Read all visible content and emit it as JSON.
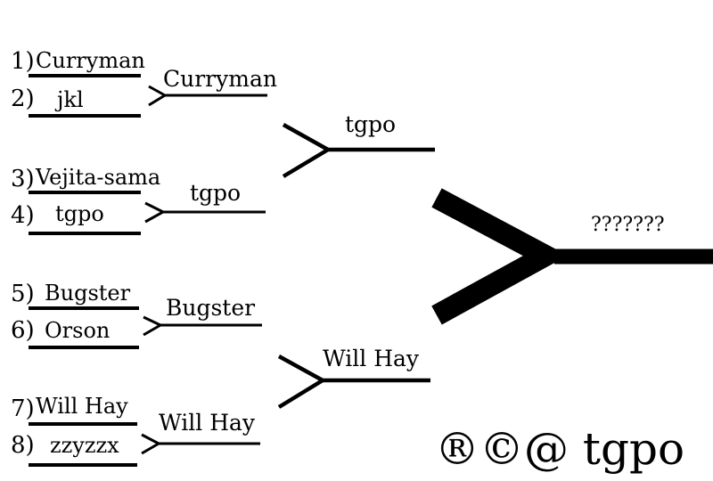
{
  "round1": [
    {
      "seed": "1)",
      "name": "Curryman"
    },
    {
      "seed": "2)",
      "name": "jkl"
    },
    {
      "seed": "3)",
      "name": "Vejita-sama"
    },
    {
      "seed": "4)",
      "name": "tgpo"
    },
    {
      "seed": "5)",
      "name": "Bugster"
    },
    {
      "seed": "6)",
      "name": "Orson"
    },
    {
      "seed": "7)",
      "name": "Will Hay"
    },
    {
      "seed": "8)",
      "name": "zzyzzx"
    }
  ],
  "round2": [
    "Curryman",
    "tgpo",
    "Bugster",
    "Will Hay"
  ],
  "round3": [
    "tgpo",
    "Will Hay"
  ],
  "final": "???????",
  "watermark": "®©@ tgpo"
}
